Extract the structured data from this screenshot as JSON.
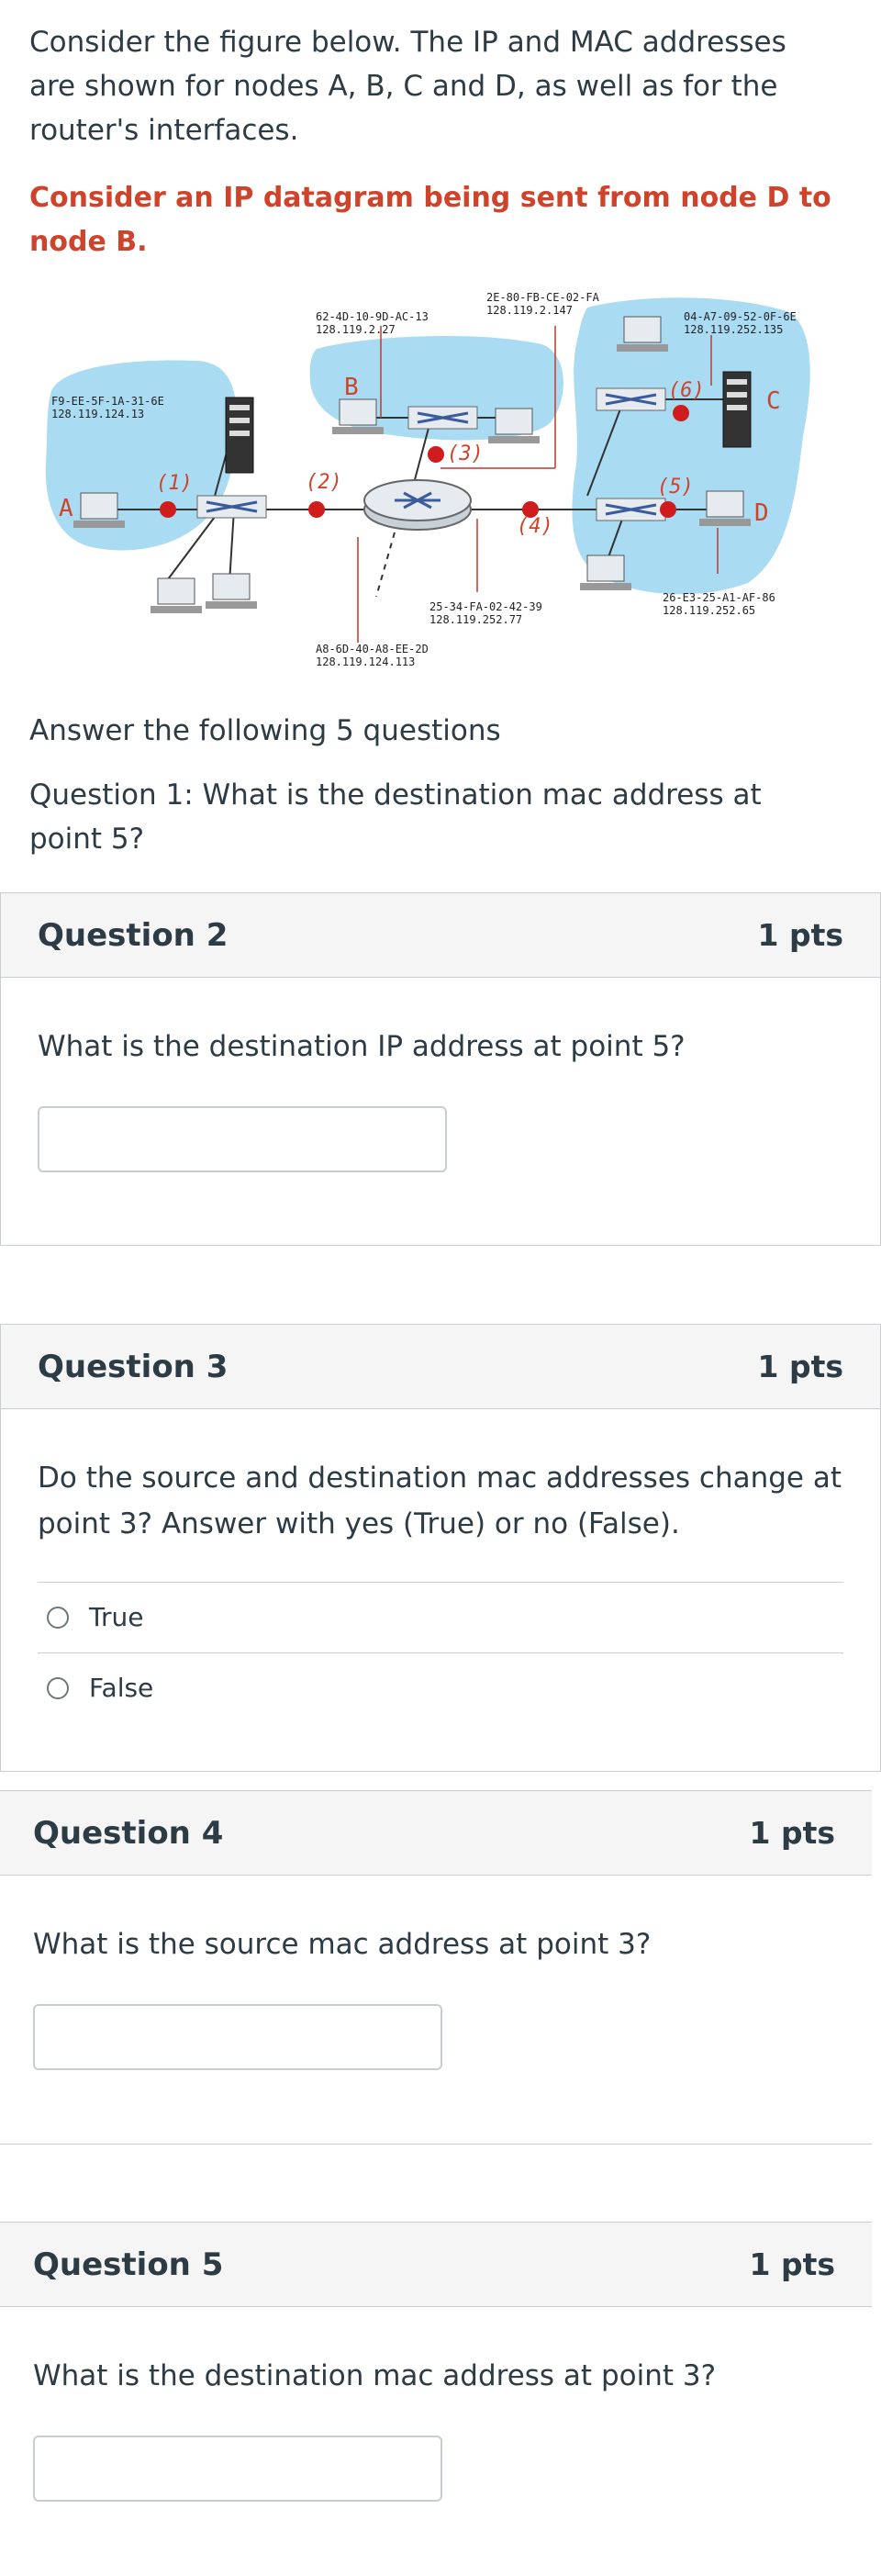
{
  "intro": {
    "text": "Consider the figure below. The IP and MAC addresses are shown for nodes A, B, C and D, as well as for the router's interfaces.",
    "highlight": "Consider an IP datagram being sent from node D to node B."
  },
  "figure": {
    "nodes": {
      "a": "A",
      "b": "B",
      "c": "C",
      "d": "D"
    },
    "points": {
      "p1": "(1)",
      "p2": "(2)",
      "p3": "(3)",
      "p4": "(4)",
      "p5": "(5)",
      "p6": "(6)"
    },
    "addresses": {
      "a_mac": "F9-EE-5F-1A-31-6E",
      "a_ip": "128.119.124.13",
      "b_mac": "62-4D-10-9D-AC-13",
      "b_ip": "128.119.2.27",
      "r1_mac": "2E-80-FB-CE-02-FA",
      "r1_ip": "128.119.2.147",
      "c_mac": "04-A7-09-52-0F-6E",
      "c_ip": "128.119.252.135",
      "r2_mac": "25-34-FA-02-42-39",
      "r2_ip": "128.119.252.77",
      "d_mac": "26-E3-25-A1-AF-86",
      "d_ip": "128.119.252.65",
      "r3_mac": "A8-6D-40-A8-EE-2D",
      "r3_ip": "128.119.124.113"
    }
  },
  "answer_prompt": "Answer the following 5 questions",
  "question1": "Question 1: What is the destination mac address at point 5?",
  "questions": [
    {
      "title": "Question 2",
      "points": "1 pts",
      "text": "What is the destination IP address at point 5?",
      "value": ""
    },
    {
      "title": "Question 3",
      "points": "1 pts",
      "text": "Do the source and destination mac addresses change at point 3? Answer with yes (True) or no (False).",
      "options": [
        "True",
        "False"
      ]
    },
    {
      "title": "Question 4",
      "points": "1 pts",
      "text": "What is the source mac address at point 3?",
      "value": ""
    },
    {
      "title": "Question 5",
      "points": "1 pts",
      "text": "What is the destination mac address at point 3?",
      "value": ""
    }
  ],
  "colors": {
    "accent_red": "#d0432b",
    "subnet_blue": "#a9dcf3",
    "point_red": "#d01c1c"
  }
}
